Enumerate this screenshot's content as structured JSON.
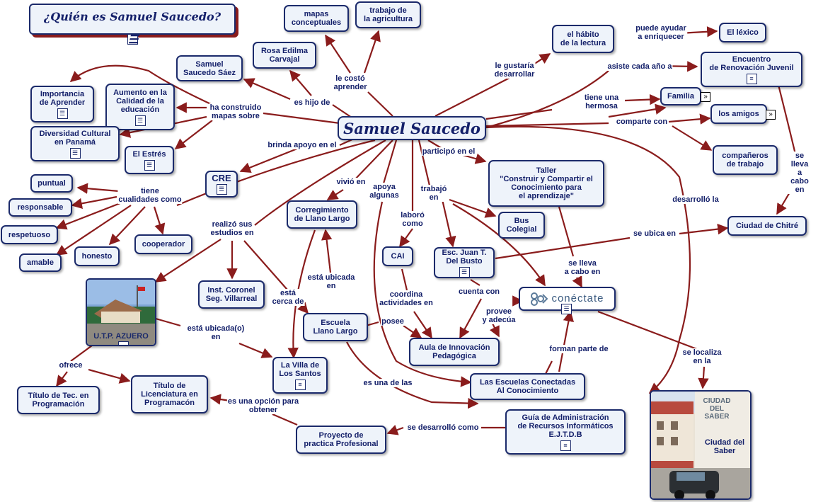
{
  "title": "¿Quién es Samuel Saucedo?",
  "central": "Samuel Saucedo",
  "nodes": {
    "mapas": "mapas\nconceptuales",
    "agricultura": "trabajo de\nla agricultura",
    "rosa": "Rosa Edilma\nCarvajal",
    "samuel_saez": "Samuel\nSaucedo Sáez",
    "importancia": "Importancia\nde Aprender",
    "aumento": "Aumento en la\nCalidad de la\neducación",
    "diversidad": "Diversidad Cultural\nen Panamá",
    "estres": "El Estrés",
    "cre": "CRE",
    "puntual": "puntual",
    "responsable": "responsable",
    "respetuoso": "respetuoso",
    "amable": "amable",
    "honesto": "honesto",
    "cooperador": "cooperador",
    "corregimiento": "Corregimiento\nde Llano Largo",
    "cai": "CAI",
    "juan": "Esc. Juan T.\nDel Busto",
    "bus": "Bus\nColegial",
    "taller": "Taller\n\"Construir y Compartir el\nConocimiento para\nel aprendizaje\"",
    "habito": "el hábito\nde la lectura",
    "lexico": "El léxico",
    "encuentro": "Encuentro\nde Renovación Juvenil",
    "familia": "Familia",
    "amigos": "los amigos",
    "companeros": "compañeros\nde trabajo",
    "chitre": "Ciudad de Chitré",
    "inst_coronel": "Inst. Coronel\nSeg. Villarreal",
    "escuela_llano": "Escuela\nLlano Largo",
    "villa": "La Villa de\nLos Santos",
    "aula": "Aula de Innovación\nPedagógica",
    "escuelas_conectadas": "Las Escuelas Conectadas\nAl Conocimiento",
    "guia": "Guía de Administración\nde Recursos Informáticos\nE.J.T.D.B",
    "proyecto": "Proyecto de\npractica Profesional",
    "tec": "Título de Tec. en\nProgramación",
    "licenciatura": "Título de\nLicenciatura en\nProgramacón",
    "utp": "U.T.P. AZUERO",
    "conectate": "conéctate",
    "ciudad_saber": "Ciudad del\nSaber",
    "ciudad_saber_sign": "CIUDAD\nDEL\nSABER"
  },
  "labels": {
    "le_costo": "le costó\naprender",
    "es_hijo": "es hijo de",
    "ha_construido": "ha construido\nmapas sobre",
    "brinda": "brinda apoyo en el",
    "cualidades": "tiene\ncualidades como",
    "realizo": "realizó sus\nestudios en",
    "vivio": "vivió en",
    "apoya": "apoya\nalgunas",
    "laboro": "laboró\ncomo",
    "trabajo_en": "trabajó\nen",
    "participo": "participó en el",
    "gustaria": "le gustaría\ndesarrollar",
    "puede_ayudar": "puede ayudar\na enriquecer",
    "asiste": "asiste cada año a",
    "tiene_hermosa": "tiene una\nhermosa",
    "comparte": "comparte con",
    "se_lleva_a_cabo": "se lleva\na cabo en",
    "se_lleva_2": "se lleva\na cabo en",
    "ubica": "se ubica en",
    "desarrollo": "desarrolló la",
    "esta_ubicada_en": "está ubicada\nen",
    "esta_cerca": "está\ncerca de",
    "ubicada_o": "está ubicada(o)\nen",
    "coordina": "coordina\nactividades en",
    "cuenta_con": "cuenta con",
    "provee": "provee\ny adecúa",
    "posee": "posee",
    "forman_parte": "forman parte de",
    "localiza": "se localiza\nen la",
    "es_una": "es una de las",
    "ofrece": "ofrece",
    "opcion": "es una opción para\nobtener",
    "desarrollo_como": "se desarrolló como"
  },
  "colors": {
    "arrow": "#8a1c1c",
    "node_border": "#1b2a6b",
    "node_fill": "#eef3fa",
    "text": "#14206a"
  }
}
